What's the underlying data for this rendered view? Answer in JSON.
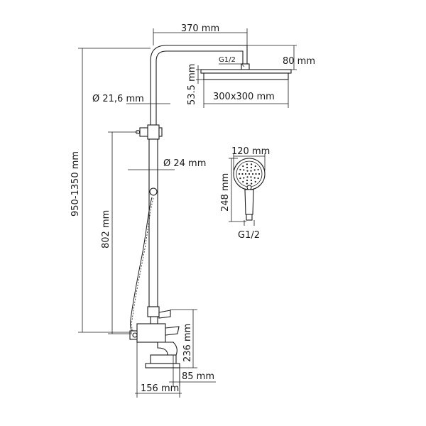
{
  "labels": {
    "pipe_width": "370 mm",
    "head_drop": "80 mm",
    "head_thread": "G1/2",
    "head_thickness": "53.5 mm",
    "head_size": "300x300 mm",
    "upper_pipe_diameter": "Ø 21,6 mm",
    "lower_pipe_diameter": "Ø 24 mm",
    "total_height": "950-1350 mm",
    "mixer_height": "802 mm",
    "handshower_width": "120 mm",
    "handshower_length": "248 mm",
    "handshower_thread": "G1/2",
    "spout_height": "236 mm",
    "spout_length": "85 mm",
    "mixer_depth": "156 mm"
  }
}
